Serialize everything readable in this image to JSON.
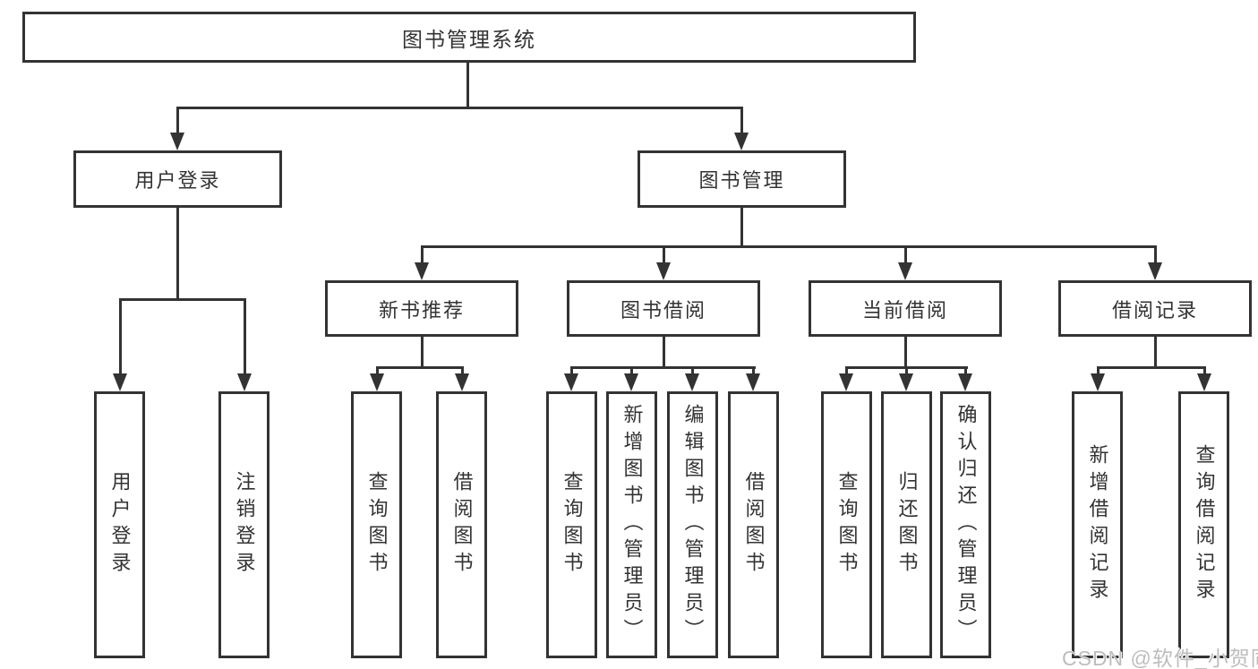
{
  "nodes": {
    "root": "图书管理系统",
    "level2": {
      "user_login": "用户登录",
      "book_management": "图书管理"
    },
    "level3": {
      "new_book_recommend": "新书推荐",
      "book_borrow": "图书借阅",
      "current_borrow": "当前借阅",
      "borrow_records": "借阅记录"
    },
    "leaves": {
      "user_login": [
        "用户登录",
        "注销登录"
      ],
      "new_book_recommend": [
        "查询图书",
        "借阅图书"
      ],
      "book_borrow": [
        "查询图书",
        "新增图书（管理员）",
        "编辑图书（管理员）",
        "借阅图书"
      ],
      "current_borrow": [
        "查询图书",
        "归还图书",
        "确认归还（管理员）"
      ],
      "borrow_records": [
        "新增借阅记录",
        "查询借阅记录"
      ]
    }
  },
  "watermark": {
    "text": "CSDN @软件_小贺同学",
    "color": "#bdbdbd"
  },
  "colors": {
    "line": "#333333",
    "text": "#333333",
    "background": "#ffffff"
  }
}
